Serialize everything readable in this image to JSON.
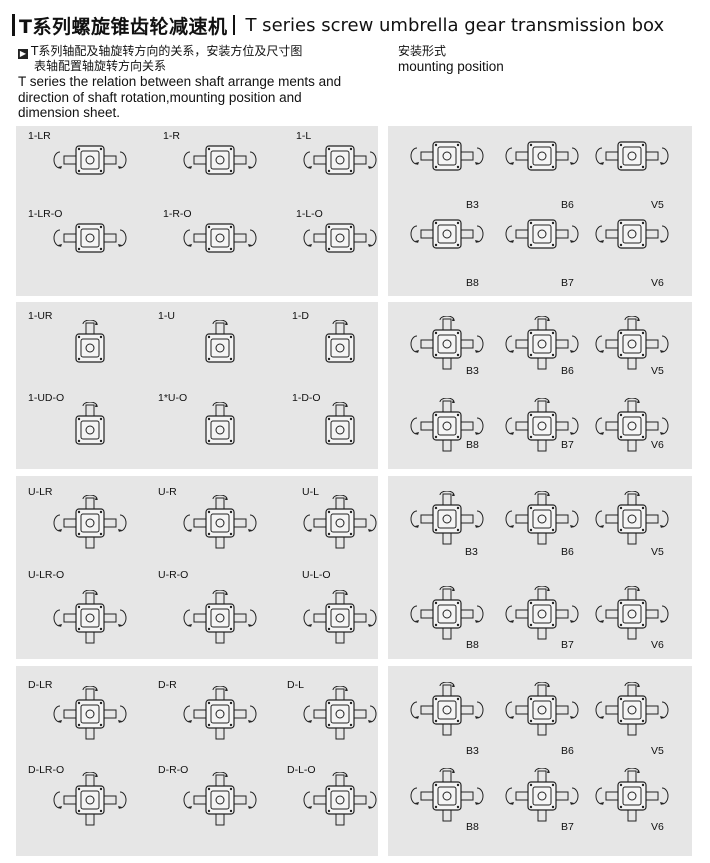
{
  "header": {
    "title_cn": "T系列螺旋锥齿轮减速机",
    "title_en": "T series screw umbrella gear transmission box"
  },
  "intro": {
    "cn_line1": "T系列轴配及轴旋转方向的关系，安装方位及尺寸图",
    "cn_line2": "表轴配置轴旋转方向关系",
    "en_line1": "T series the relation between shaft arrange ments and",
    "en_line2": "direction of shaft rotation,mounting position and",
    "en_line3": "dimension sheet."
  },
  "mounting": {
    "cn": "安装形式",
    "en": "mounting position"
  },
  "rows": [
    {
      "shaft_labels": [
        "1-LR",
        "1-R",
        "1-L",
        "1-LR-O",
        "1-R-O",
        "1-L-O"
      ],
      "mount_labels": [
        "B3",
        "B6",
        "V5",
        "B8",
        "B7",
        "V6"
      ]
    },
    {
      "shaft_labels": [
        "1-UR",
        "1-U",
        "1-D",
        "1-UD-O",
        "1*U-O",
        "1-D-O"
      ],
      "mount_labels": [
        "B3",
        "B6",
        "V5",
        "B8",
        "B7",
        "V6"
      ]
    },
    {
      "shaft_labels": [
        "U-LR",
        "U-R",
        "U-L",
        "U-LR-O",
        "U-R-O",
        "U-L-O"
      ],
      "mount_labels": [
        "B3",
        "B6",
        "V5",
        "B8",
        "B7",
        "V6"
      ]
    },
    {
      "shaft_labels": [
        "D-LR",
        "D-R",
        "D-L",
        "D-LR-O",
        "D-R-O",
        "D-L-O"
      ],
      "mount_labels": [
        "B3",
        "B6",
        "V5",
        "B8",
        "B7",
        "V6"
      ]
    }
  ],
  "icons": {
    "gear_box": "gearbox-drawing-icon",
    "rotation": "rotation-arrow-icon",
    "bullet": "triangle-bullet-icon"
  },
  "colors": {
    "panel_bg": "#e6e6e6",
    "ink": "#111111"
  }
}
